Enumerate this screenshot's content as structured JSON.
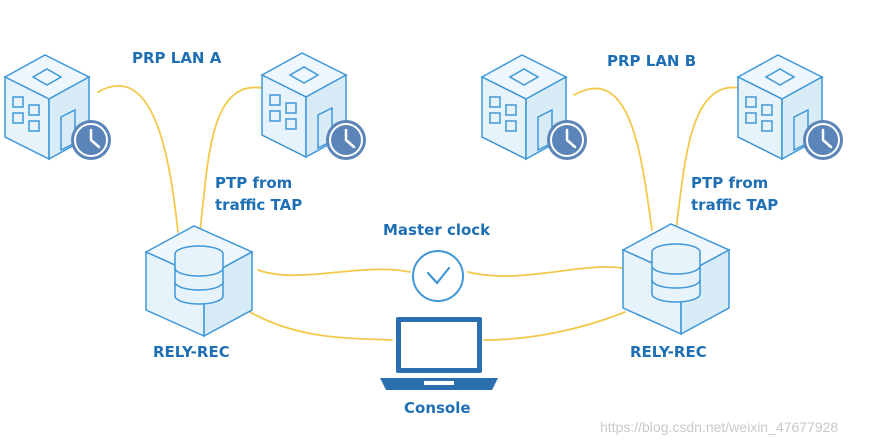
{
  "labels": {
    "lan_a": "PRP LAN A",
    "lan_b": "PRP LAN B",
    "ptp_tap_left_1": "PTP from",
    "ptp_tap_left_2": "traffic TAP",
    "ptp_tap_right_1": "PTP from",
    "ptp_tap_right_2": "traffic TAP",
    "master_clock": "Master clock",
    "rely_rec_left": "RELY-REC",
    "rely_rec_right": "RELY-REC",
    "console": "Console"
  },
  "watermark": "https://blog.csdn.net/weixin_47677928",
  "colors": {
    "label": "#1f6fb5",
    "cube_stroke": "#3f97d8",
    "cube_face": "#e6f3fb",
    "clock": "#5b84b8",
    "link": "#f2c94c"
  },
  "icons": {
    "device": "building-cube-icon",
    "clock": "clock-icon",
    "recorder": "database-cube-icon",
    "master": "checkmark-circle-icon",
    "console": "laptop-icon"
  }
}
